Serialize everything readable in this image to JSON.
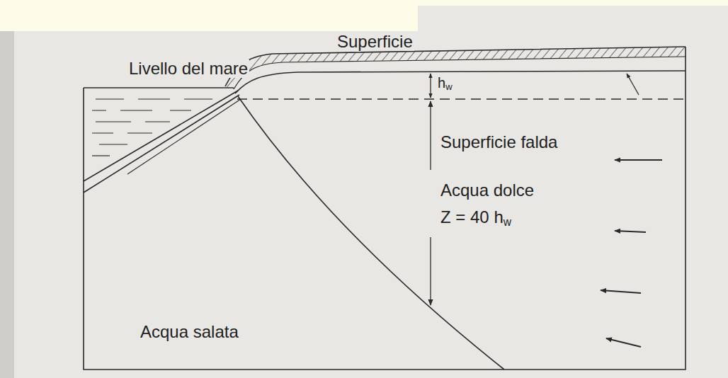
{
  "diagram": {
    "labels": [
      "Superficie",
      "Livello del mare",
      "hw",
      "Superficie falda",
      "Acqua dolce",
      "Z = 40 hw",
      "Acqua salata"
    ]
  }
}
